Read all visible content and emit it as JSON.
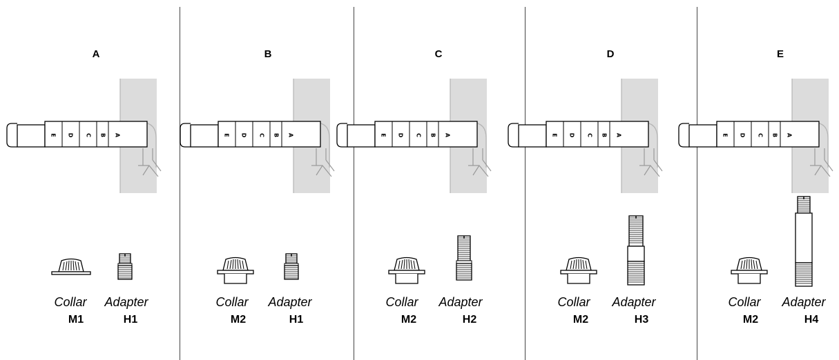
{
  "columns": [
    {
      "letter": "A",
      "collar_label": "Collar",
      "collar_code": "M1",
      "adapter_label": "Adapter",
      "adapter_code": "H1"
    },
    {
      "letter": "B",
      "collar_label": "Collar",
      "collar_code": "M2",
      "adapter_label": "Adapter",
      "adapter_code": "H1"
    },
    {
      "letter": "C",
      "collar_label": "Collar",
      "collar_code": "M2",
      "adapter_label": "Adapter",
      "adapter_code": "H2"
    },
    {
      "letter": "D",
      "collar_label": "Collar",
      "collar_code": "M2",
      "adapter_label": "Adapter",
      "adapter_code": "H3"
    },
    {
      "letter": "E",
      "collar_label": "Collar",
      "collar_code": "M2",
      "adapter_label": "Adapter",
      "adapter_code": "H4"
    }
  ],
  "gauge_segments": [
    "E",
    "D",
    "C",
    "B",
    "A"
  ],
  "colors": {
    "wall": "#dcdcdc",
    "line": "#000000",
    "wall_outline": "#b5b5b5",
    "divider": "#444444"
  }
}
